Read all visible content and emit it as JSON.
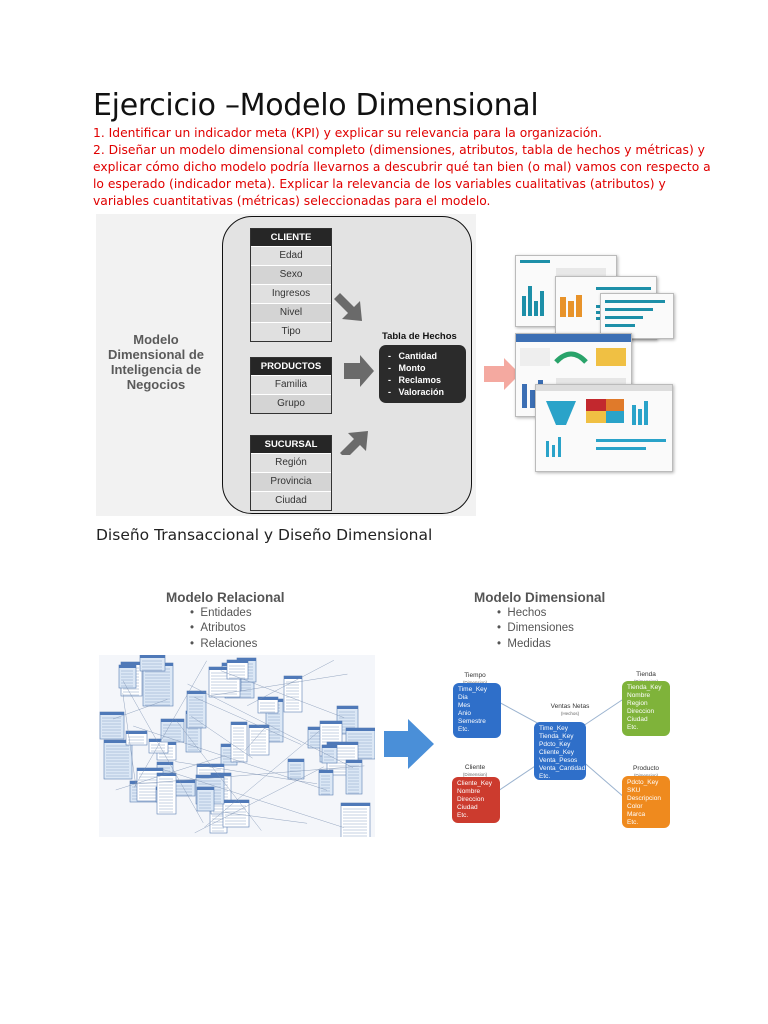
{
  "title": "Ejercicio –Modelo Dimensional",
  "instructions": [
    "1. Identificar un indicador meta (KPI) y explicar su relevancia para la organización.",
    "2. Diseñar un modelo dimensional completo (dimensiones, atributos, tabla de hechos y métricas) y",
    "explicar cómo dicho modelo podría llevarnos a descubrir qué tan bien (o mal) vamos con respecto a",
    "lo esperado (indicador meta). Explicar la relevancia de los variables cualitativas (atributos) y",
    "variables cuantitativas (métricas) seleccionadas para el modelo."
  ],
  "figure1": {
    "label": "Modelo Dimensional de Inteligencia de Negocios",
    "dimensions": [
      {
        "name": "CLIENTE",
        "attributes": [
          "Edad",
          "Sexo",
          "Ingresos",
          "Nivel",
          "Tipo"
        ]
      },
      {
        "name": "PRODUCTOS",
        "attributes": [
          "Familia",
          "Grupo"
        ]
      },
      {
        "name": "SUCURSAL",
        "attributes": [
          "Región",
          "Provincia",
          "Ciudad"
        ]
      }
    ],
    "fact_table": {
      "title": "Tabla de Hechos",
      "items": [
        "Cantidad",
        "Monto",
        "Reclamos",
        "Valoración"
      ]
    }
  },
  "subtitle": "Diseño Transaccional y Diseño Dimensional",
  "figure2": {
    "relational": {
      "title": "Modelo Relacional",
      "bullets": [
        "Entidades",
        "Atributos",
        "Relaciones"
      ]
    },
    "dimensional": {
      "title": "Modelo Dimensional",
      "bullets": [
        "Hechos",
        "Dimensiones",
        "Medidas"
      ]
    },
    "center": {
      "title": "Ventas Netas",
      "sub": "(Hechos)",
      "fields": [
        "Time_Key",
        "Tienda_Key",
        "Pdcto_Key",
        "Cliente_Key",
        "Venta_Pesos",
        "Venta_Cantidad",
        "Etc."
      ],
      "color": "#2f6fc9"
    },
    "tiempo": {
      "title": "Tiempo",
      "sub": "(Dimension)",
      "fields": [
        "Time_Key",
        "Dia",
        "Mes",
        "Anio",
        "Semestre",
        "Etc."
      ],
      "color": "#2f6fc9"
    },
    "tienda": {
      "title": "Tienda",
      "sub": "(Dimension)",
      "fields": [
        "Tienda_Key",
        "Nombre",
        "Region",
        "Direccion",
        "Ciudad",
        "Etc."
      ],
      "color": "#7fb33a"
    },
    "cliente": {
      "title": "Cliente",
      "sub": "(Dimension)",
      "fields": [
        "Cliente_Key",
        "Nombre",
        "Direccion",
        "Ciudad",
        "Etc."
      ],
      "color": "#cc3b2e"
    },
    "producto": {
      "title": "Producto",
      "sub": "(Dimension)",
      "fields": [
        "Pdcto_Key",
        "SKU",
        "Descripcion",
        "Color",
        "Marca",
        "Etc."
      ],
      "color": "#ef8a1e"
    }
  },
  "colors": {
    "instructions": "#e00000",
    "arrow_gray": "#6a6a6a",
    "arrow_pink": "#f4a9a0",
    "arrow_blue": "#4a8fd8"
  }
}
